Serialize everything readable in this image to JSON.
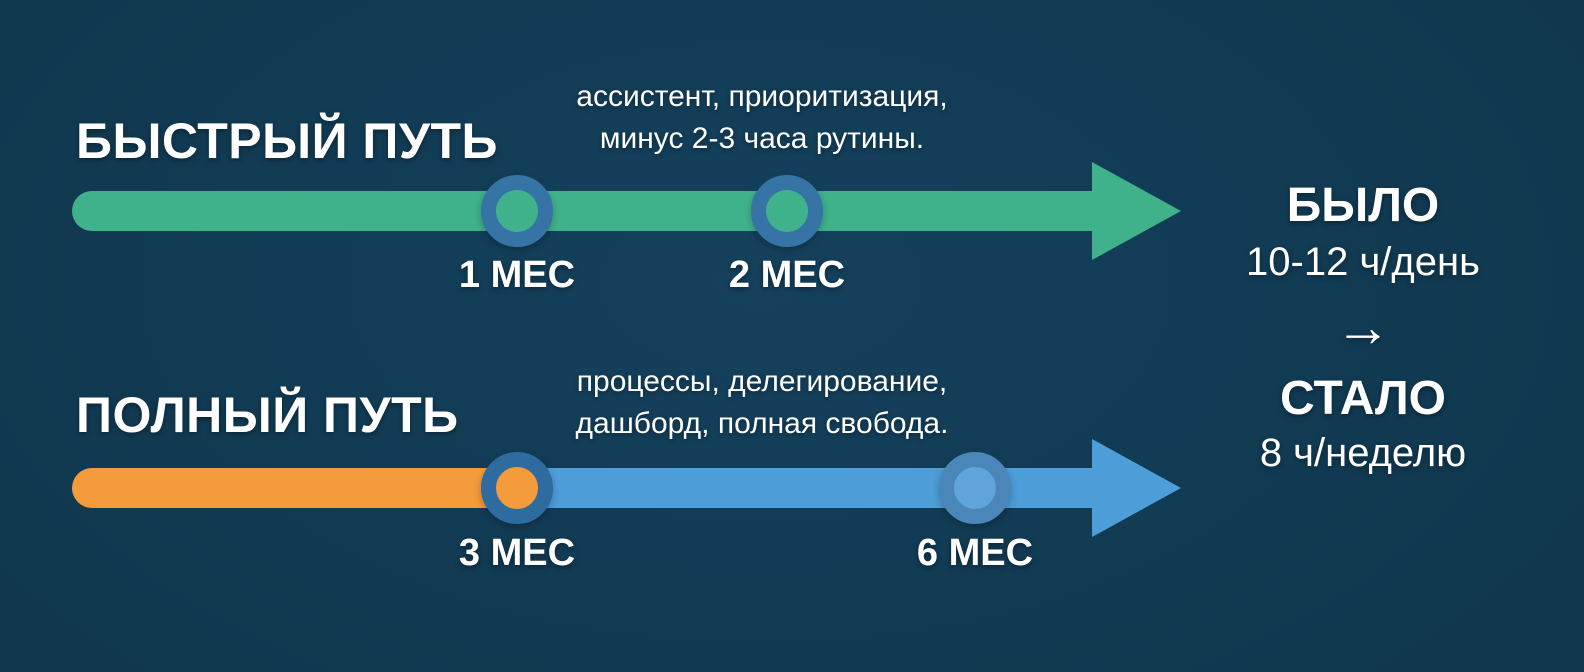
{
  "colors": {
    "background": "#113a52",
    "fast_bar": "#3fb28c",
    "full_bar_start": "#f49b3b",
    "full_bar_end": "#4e9ed9",
    "milestone_ring": "#3674a6",
    "milestone_ring_light": "#4a86b7",
    "text": "#ffffff"
  },
  "fast_path": {
    "title": "БЫСТРЫЙ ПУТЬ",
    "annotation": {
      "line1": "ассистент, приоритизация,",
      "line2": "минус 2-3 часа рутины."
    },
    "milestones": [
      {
        "label": "1 МЕС"
      },
      {
        "label": "2 МЕС"
      }
    ]
  },
  "full_path": {
    "title": "ПОЛНЫЙ ПУТЬ",
    "annotation": {
      "line1": "процессы, делегирование,",
      "line2": "дашборд, полная свобода."
    },
    "milestones": [
      {
        "label": "3 МЕС"
      },
      {
        "label": "6 МЕС"
      }
    ]
  },
  "result": {
    "before_label": "БЫЛО",
    "before_value": "10-12 ч/день",
    "arrow": "→",
    "after_label": "СТАЛО",
    "after_value": "8 ч/неделю"
  }
}
